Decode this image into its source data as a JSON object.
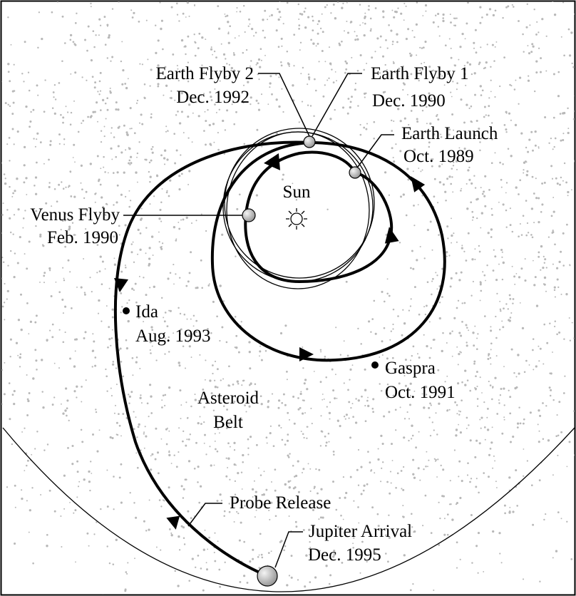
{
  "diagram": {
    "sun_label": "Sun",
    "asteroid_belt": {
      "line1": "Asteroid",
      "line2": "Belt"
    },
    "events": {
      "earth_flyby_2": {
        "name": "Earth Flyby 2",
        "date": "Dec. 1992"
      },
      "earth_flyby_1": {
        "name": "Earth Flyby 1",
        "date": "Dec. 1990"
      },
      "earth_launch": {
        "name": "Earth Launch",
        "date": "Oct. 1989"
      },
      "venus_flyby": {
        "name": "Venus Flyby",
        "date": "Feb. 1990"
      },
      "ida": {
        "name": "Ida",
        "date": "Aug. 1993"
      },
      "gaspra": {
        "name": "Gaspra",
        "date": "Oct. 1991"
      },
      "probe_release": {
        "name": "Probe Release"
      },
      "jupiter_arrival": {
        "name": "Jupiter Arrival",
        "date": "Dec. 1995"
      }
    },
    "colors": {
      "ink": "#000000",
      "background": "#ffffff",
      "dots": "#b8b8b8",
      "planet_fill": "#d6d6d6"
    }
  }
}
